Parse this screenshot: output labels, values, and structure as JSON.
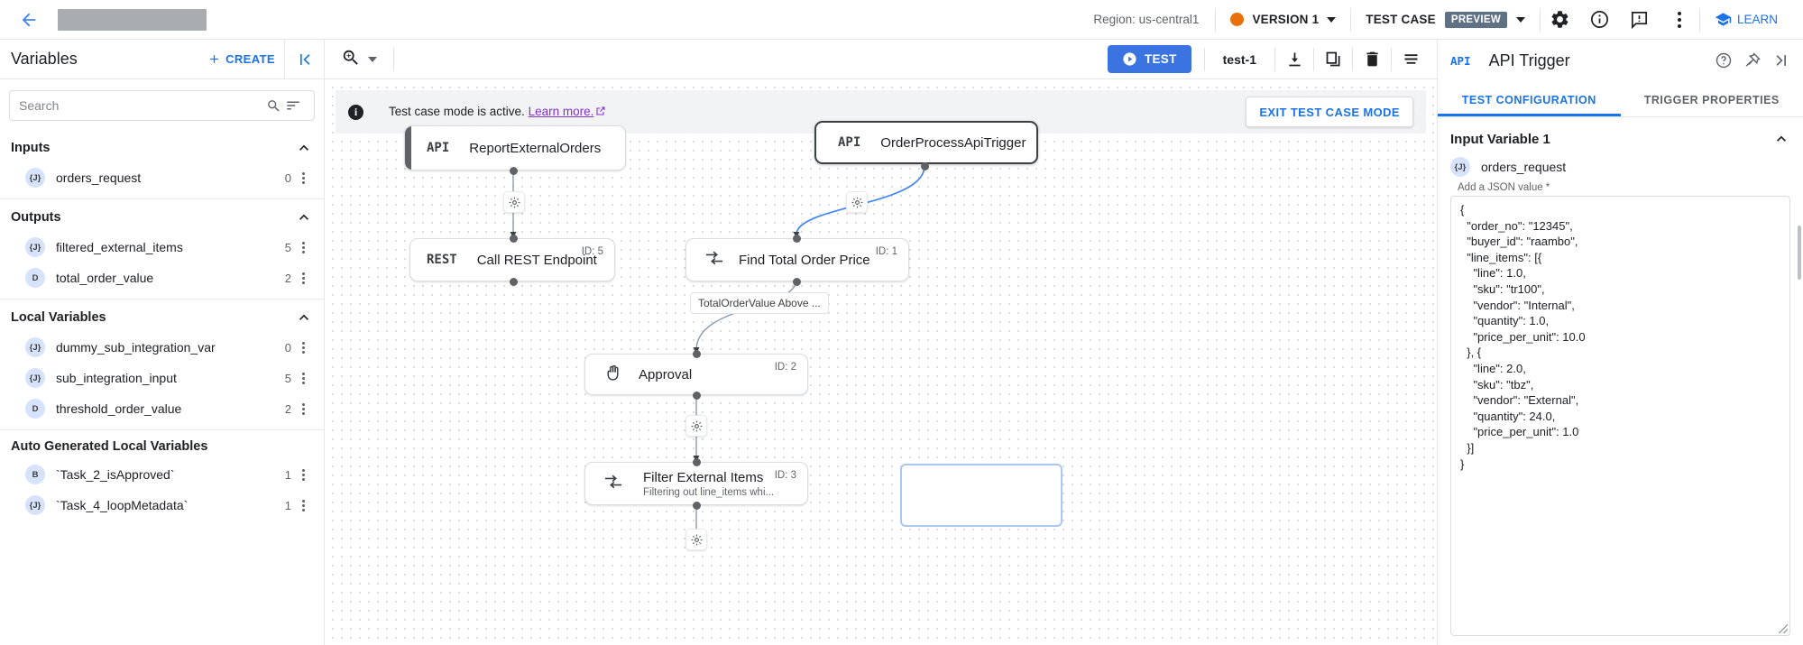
{
  "header": {
    "back_icon": "back-arrow-icon",
    "title_redacted": "",
    "region": "Region: us-central1",
    "version_label": "VERSION 1",
    "version_dot_color": "#e8710a",
    "test_case_label": "TEST CASE",
    "preview_badge": "PREVIEW",
    "icons": [
      "gear-icon",
      "info-icon",
      "feedback-icon",
      "more-vert-icon"
    ],
    "learn_label": "LEARN"
  },
  "left_panel": {
    "title": "Variables",
    "create_label": "CREATE",
    "collapse_icon": "collapse-panel-icon",
    "search_placeholder": "Search",
    "search_value": "",
    "sections": [
      {
        "title": "Inputs",
        "items": [
          {
            "badge": "{J}",
            "name": "orders_request",
            "count": "0"
          }
        ]
      },
      {
        "title": "Outputs",
        "items": [
          {
            "badge": "{J}",
            "name": "filtered_external_items",
            "count": "5"
          },
          {
            "badge": "D",
            "name": "total_order_value",
            "count": "2"
          }
        ]
      },
      {
        "title": "Local Variables",
        "items": [
          {
            "badge": "{J}",
            "name": "dummy_sub_integration_var",
            "count": "0"
          },
          {
            "badge": "{J}",
            "name": "sub_integration_input",
            "count": "5"
          },
          {
            "badge": "D",
            "name": "threshold_order_value",
            "count": "2"
          }
        ]
      },
      {
        "title": "Auto Generated Local Variables",
        "items": [
          {
            "badge": "B",
            "name": "`Task_2_isApproved`",
            "count": "1"
          },
          {
            "badge": "{J}",
            "name": "`Task_4_loopMetadata`",
            "count": "1"
          }
        ]
      }
    ]
  },
  "canvas_toolbar": {
    "zoom_icon": "zoom-in-icon",
    "test_button": "TEST",
    "test_name": "test-1",
    "icons": [
      "download-icon",
      "copy-icon",
      "delete-icon",
      "logs-icon"
    ]
  },
  "canvas": {
    "banner_text": "Test case mode is active.",
    "banner_link": "Learn more.",
    "exit_button": "EXIT TEST CASE MODE",
    "nodes": [
      {
        "type": "API",
        "label": "ReportExternalOrders",
        "id": ""
      },
      {
        "type": "API",
        "label": "OrderProcessApiTrigger",
        "id": ""
      },
      {
        "type": "REST",
        "label": "Call REST Endpoint",
        "id": "ID: 5"
      },
      {
        "type": "map",
        "label": "Find Total Order Price",
        "id": "ID: 1"
      },
      {
        "type": "approval",
        "label": "Approval",
        "id": "ID: 2"
      },
      {
        "type": "map",
        "label": "Filter External Items",
        "sub": "Filtering out line_items whi...",
        "id": "ID: 3"
      }
    ],
    "edge_label": "TotalOrderValue Above ..."
  },
  "right_panel": {
    "api_tag": "API",
    "title": "API Trigger",
    "icons": [
      "help-icon",
      "pin-icon",
      "collapse-right-icon"
    ],
    "tabs": [
      {
        "label": "TEST CONFIGURATION",
        "active": true
      },
      {
        "label": "TRIGGER PROPERTIES",
        "active": false
      }
    ],
    "section_title": "Input Variable 1",
    "variable_badge": "{J}",
    "variable_name": "orders_request",
    "json_label": "Add a JSON value *",
    "json_value": "{\n  \"order_no\": \"12345\",\n  \"buyer_id\": \"raambo\",\n  \"line_items\": [{\n    \"line\": 1.0,\n    \"sku\": \"tr100\",\n    \"vendor\": \"Internal\",\n    \"quantity\": 1.0,\n    \"price_per_unit\": 10.0\n  }, {\n    \"line\": 2.0,\n    \"sku\": \"tbz\",\n    \"vendor\": \"External\",\n    \"quantity\": 24.0,\n    \"price_per_unit\": 1.0\n  }]\n}"
  }
}
